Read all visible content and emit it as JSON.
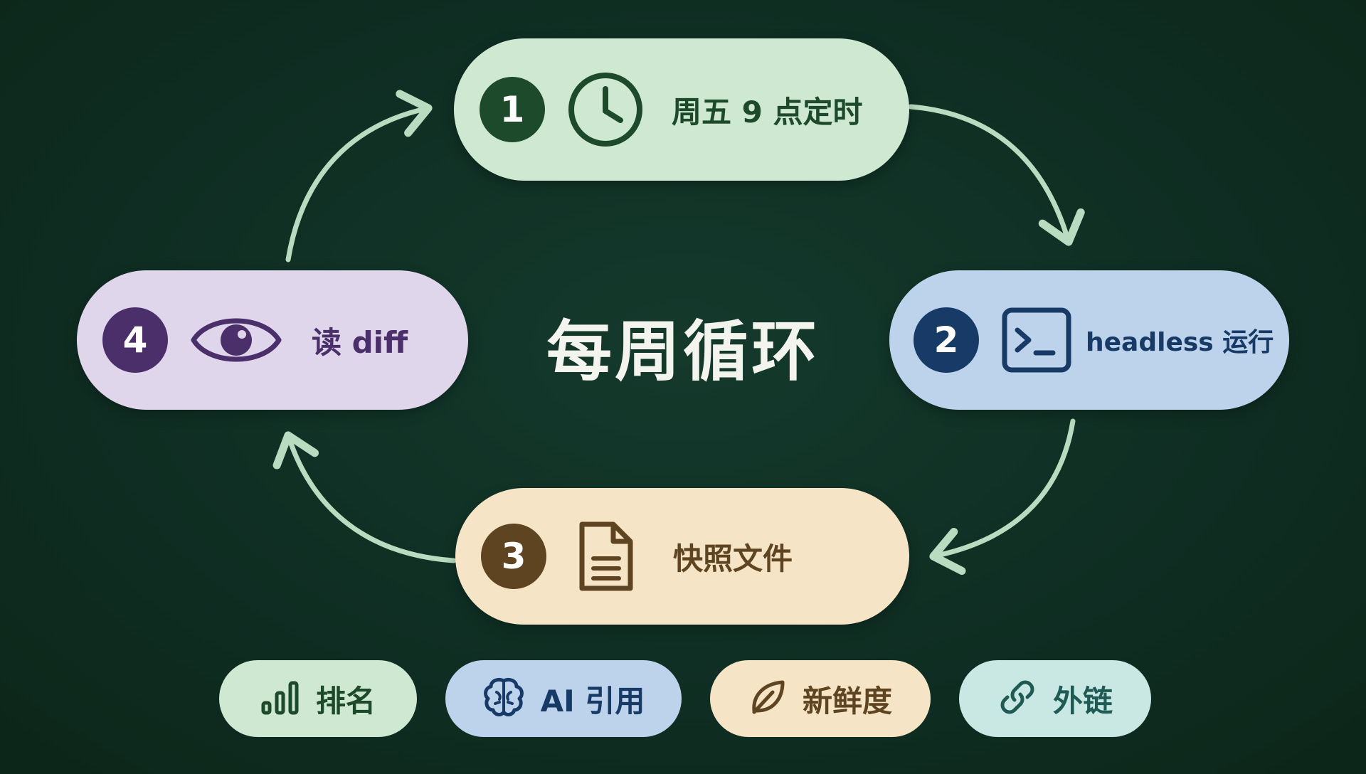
{
  "title": "每周循环",
  "steps": [
    {
      "number": "1",
      "label": "周五 9 点定时",
      "icon": "clock-icon"
    },
    {
      "number": "2",
      "label": "headless 运行",
      "icon": "terminal-icon"
    },
    {
      "number": "3",
      "label": "快照文件",
      "icon": "document-icon"
    },
    {
      "number": "4",
      "label": "读 diff",
      "icon": "eye-icon"
    }
  ],
  "chips": [
    {
      "label": "排名",
      "icon": "bar-chart-icon"
    },
    {
      "label": "AI 引用",
      "icon": "brain-icon"
    },
    {
      "label": "新鲜度",
      "icon": "leaf-icon"
    },
    {
      "label": "外链",
      "icon": "link-icon"
    }
  ],
  "colors": {
    "background": "#0f2d22",
    "arrow": "#b9dcc0",
    "step1_bg": "#cfe8d2",
    "step1_accent": "#1e4a2c",
    "step2_bg": "#bdd3ec",
    "step2_accent": "#173a66",
    "step3_bg": "#f5e5c6",
    "step3_accent": "#5e4420",
    "step4_bg": "#e0d6ec",
    "step4_accent": "#4a2f6a"
  }
}
